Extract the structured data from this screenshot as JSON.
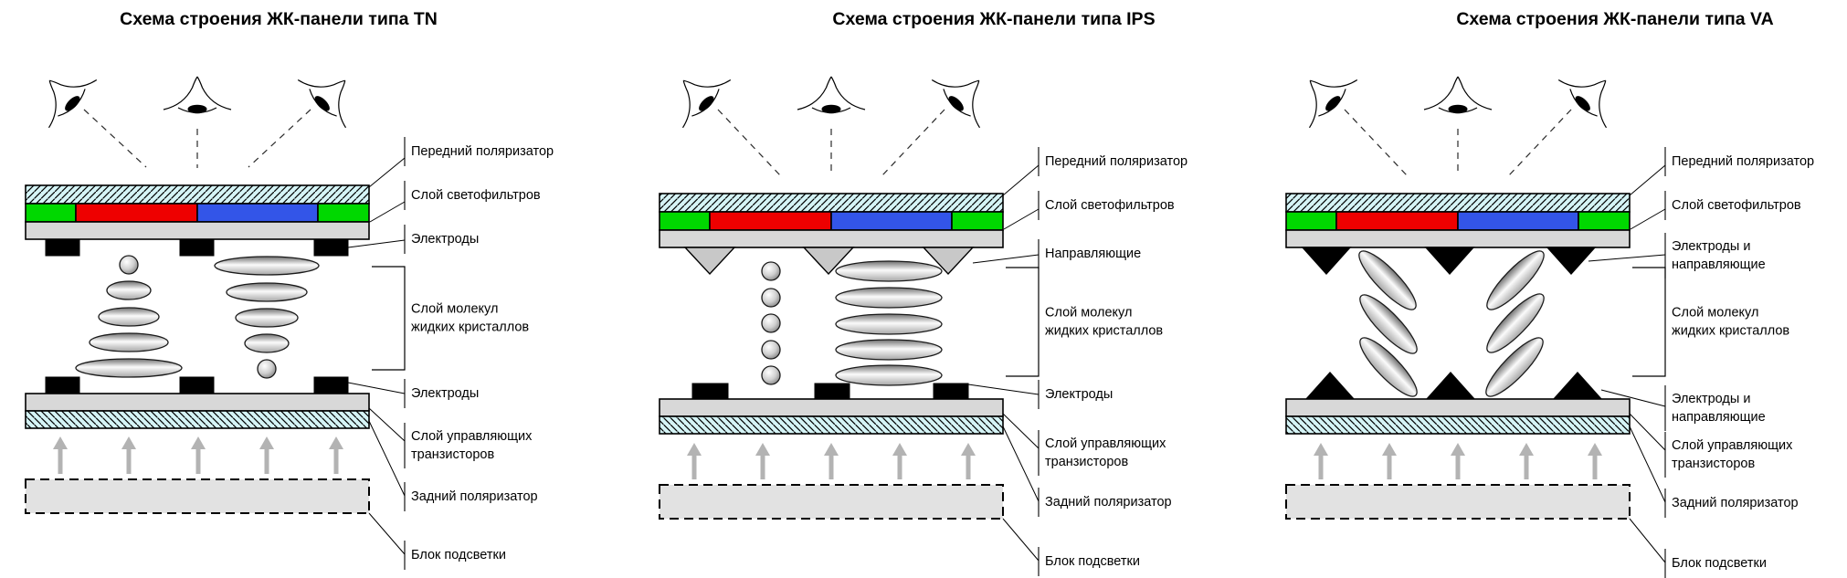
{
  "diagram_set": {
    "background": "#ffffff",
    "panels": [
      {
        "id": "tn",
        "title": "Схема строения ЖК-панели типа TN",
        "molecule_style": "twisted-nematic",
        "top_anchor_style": "black-electrodes",
        "bottom_anchor_style": "black-electrodes",
        "labels": [
          {
            "id": "front-polarizer",
            "lines": [
              "Передний поляризатор"
            ]
          },
          {
            "id": "color-filters",
            "lines": [
              "Слой светофильтров"
            ]
          },
          {
            "id": "electrodes-top",
            "lines": [
              "Электроды"
            ]
          },
          {
            "id": "molecules",
            "lines": [
              "Слой молекул",
              "жидких кристаллов"
            ]
          },
          {
            "id": "electrodes-bottom",
            "lines": [
              "Электроды"
            ]
          },
          {
            "id": "tft-layer",
            "lines": [
              "Слой управляющих",
              "транзисторов"
            ]
          },
          {
            "id": "back-polarizer",
            "lines": [
              "Задний поляризатор"
            ]
          },
          {
            "id": "backlight",
            "lines": [
              "Блок подсветки"
            ]
          }
        ]
      },
      {
        "id": "ips",
        "title": "Схема строения ЖК-панели типа IPS",
        "molecule_style": "in-plane",
        "top_anchor_style": "gray-guide-triangles",
        "bottom_anchor_style": "black-electrodes",
        "labels": [
          {
            "id": "front-polarizer",
            "lines": [
              "Передний поляризатор"
            ]
          },
          {
            "id": "color-filters",
            "lines": [
              "Слой светофильтров"
            ]
          },
          {
            "id": "guides",
            "lines": [
              "Направляющие"
            ]
          },
          {
            "id": "molecules",
            "lines": [
              "Слой молекул",
              "жидких кристаллов"
            ]
          },
          {
            "id": "electrodes",
            "lines": [
              "Электроды"
            ]
          },
          {
            "id": "tft-layer",
            "lines": [
              "Слой управляющих",
              "транзисторов"
            ]
          },
          {
            "id": "back-polarizer",
            "lines": [
              "Задний поляризатор"
            ]
          },
          {
            "id": "backlight",
            "lines": [
              "Блок подсветки"
            ]
          }
        ]
      },
      {
        "id": "va",
        "title": "Схема строения ЖК-панели типа VA",
        "molecule_style": "vertical-tilted",
        "top_anchor_style": "black-triangles-down",
        "bottom_anchor_style": "black-triangles-up",
        "labels": [
          {
            "id": "front-polarizer",
            "lines": [
              "Передний поляризатор"
            ]
          },
          {
            "id": "color-filters",
            "lines": [
              "Слой светофильтров"
            ]
          },
          {
            "id": "electrodes-guides-top",
            "lines": [
              "Электроды и",
              "направляющие"
            ]
          },
          {
            "id": "molecules",
            "lines": [
              "Слой молекул",
              "жидких кристаллов"
            ]
          },
          {
            "id": "electrodes-guides-bottom",
            "lines": [
              "Электроды и",
              "направляющие"
            ]
          },
          {
            "id": "tft-layer",
            "lines": [
              "Слой управляющих",
              "транзисторов"
            ]
          },
          {
            "id": "back-polarizer",
            "lines": [
              "Задний поляризатор"
            ]
          },
          {
            "id": "backlight",
            "lines": [
              "Блок подсветки"
            ]
          }
        ]
      }
    ],
    "colors": {
      "filter_green": "#00d800",
      "filter_red": "#ee0000",
      "filter_blue": "#3355e8",
      "polarizer_fill": "#d5f4f6",
      "glass_gray": "#d8d8d8",
      "guide_gray": "#c8c8c8",
      "electrode_black": "#000000",
      "arrow_gray": "#b3b3b3",
      "backlight_fill": "#e2e2e2",
      "outline": "#000000"
    }
  }
}
